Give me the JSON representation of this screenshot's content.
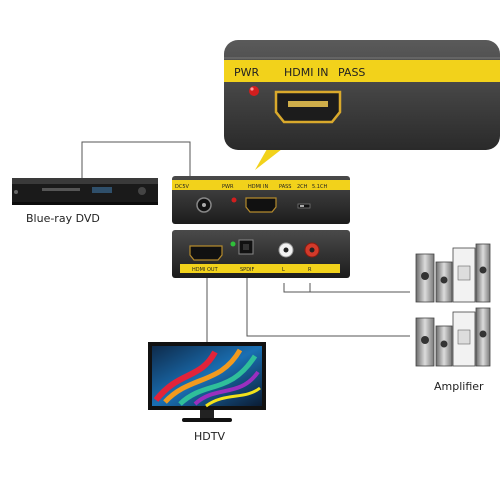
{
  "zoom_panel": {
    "pwr": "PWR",
    "hdmi_in": "HDMI IN",
    "pass": "PASS"
  },
  "front_panel": {
    "dc5v": "DC5V",
    "pwr": "PWR",
    "hdmi_in": "HDMI IN",
    "pass": "PASS",
    "ch": "2CH",
    "ch51": "5.1CH"
  },
  "back_panel": {
    "hdmi_out": "HDMI OUT",
    "spdif": "SPDIF",
    "l": "L",
    "r": "R"
  },
  "labels": {
    "bluray": "Blue-ray DVD",
    "hdtv": "HDTV",
    "amplifier": "Amplifier"
  },
  "colors": {
    "panel_yellow": "#f2d21b",
    "device_black": "#2a2a2a",
    "led_red": "#d21e1e",
    "led_green": "#2fbf3a"
  }
}
